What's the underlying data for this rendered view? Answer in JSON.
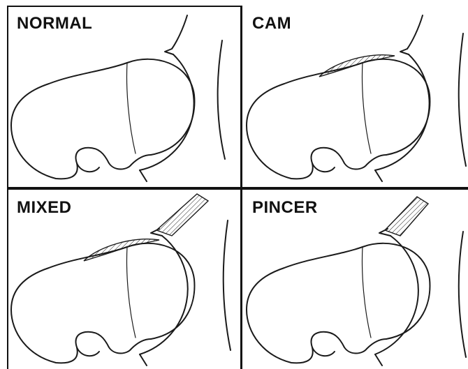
{
  "panels": [
    {
      "label": "NORMAL",
      "cam_lesion": false,
      "pincer_lesion": false
    },
    {
      "label": "CAM",
      "cam_lesion": true,
      "pincer_lesion": false
    },
    {
      "label": "MIXED",
      "cam_lesion": true,
      "pincer_lesion": true
    },
    {
      "label": "PINCER",
      "cam_lesion": false,
      "pincer_lesion": true
    }
  ],
  "colors": {
    "line": "#1a1a1a",
    "border": "#111111",
    "background": "#ffffff"
  }
}
